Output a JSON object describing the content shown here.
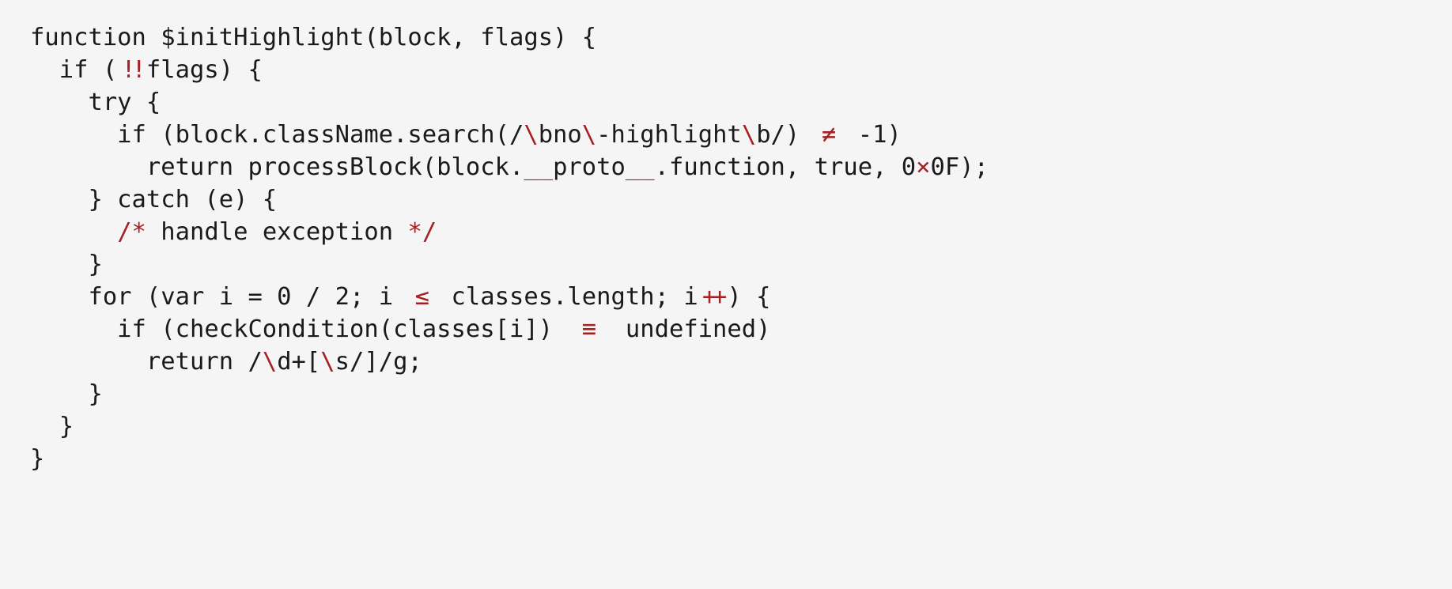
{
  "meta": {
    "description": "Syntax-highlighted JavaScript code specimen with programming ligatures",
    "background_color": "#f5f5f6"
  },
  "code": {
    "language": "javascript",
    "text_color": "#1a1a1c",
    "accent_color": "#a52022",
    "lines": [
      {
        "src": "function $initHighlight(block, flags) {",
        "segments": [
          {
            "t": "function $initHighlight(block, flags) {"
          }
        ]
      },
      {
        "src": "  if (!!flags) {",
        "segments": [
          {
            "t": "  if ("
          },
          {
            "t": "!!",
            "r": true,
            "w": 2,
            "tight": true,
            "lig": "double-bang"
          },
          {
            "t": "flags) {"
          }
        ]
      },
      {
        "src": "    try {",
        "segments": [
          {
            "t": "    try {"
          }
        ]
      },
      {
        "src": "      if (block.className.search(/\\bno\\-highlight\\b/) != -1)",
        "segments": [
          {
            "t": "      if (block.className.search(/"
          },
          {
            "t": "\\",
            "r": true
          },
          {
            "t": "bno"
          },
          {
            "t": "\\",
            "r": true
          },
          {
            "t": "-highlight"
          },
          {
            "t": "\\",
            "r": true
          },
          {
            "t": "b/) "
          },
          {
            "t": "≠",
            "r": true,
            "w": 2,
            "lig": "not-equal"
          },
          {
            "t": " -1)"
          }
        ]
      },
      {
        "src": "        return processBlock(block.__proto__.function, true, 0x0F);",
        "segments": [
          {
            "t": "        return processBlock(block."
          },
          {
            "t": "__",
            "r": true,
            "lig": "double-underscore"
          },
          {
            "t": "proto"
          },
          {
            "t": "__",
            "r": true,
            "lig": "double-underscore"
          },
          {
            "t": ".function, true, 0"
          },
          {
            "t": "×",
            "r": true,
            "lig": "hex-x"
          },
          {
            "t": "0F);"
          }
        ]
      },
      {
        "src": "    } catch (e) {",
        "segments": [
          {
            "t": "    } catch (e) {"
          }
        ]
      },
      {
        "src": "      /* handle exception */",
        "segments": [
          {
            "t": "      "
          },
          {
            "t": "/*",
            "r": true,
            "lig": "comment-open"
          },
          {
            "t": " handle exception "
          },
          {
            "t": "*/",
            "r": true,
            "lig": "comment-close"
          }
        ]
      },
      {
        "src": "    }",
        "segments": [
          {
            "t": "    }"
          }
        ]
      },
      {
        "src": "    for (var i = 0 / 2; i <= classes.length; i++) {",
        "segments": [
          {
            "t": "    for (var i = 0 / 2; i "
          },
          {
            "t": "≤",
            "r": true,
            "w": 2,
            "lig": "less-equal"
          },
          {
            "t": " classes.length; i"
          },
          {
            "t": "++",
            "r": true,
            "w": 2,
            "tight": true,
            "lig": "double-plus"
          },
          {
            "t": ") {"
          }
        ]
      },
      {
        "src": "      if (checkCondition(classes[i]) === undefined)",
        "segments": [
          {
            "t": "      if (checkCondition(classes[i]) "
          },
          {
            "t": "≡",
            "r": true,
            "w": 3,
            "lig": "triple-equal"
          },
          {
            "t": " undefined)"
          }
        ]
      },
      {
        "src": "        return /\\d+[\\s/]/g;",
        "segments": [
          {
            "t": "        return /"
          },
          {
            "t": "\\",
            "r": true
          },
          {
            "t": "d+["
          },
          {
            "t": "\\",
            "r": true
          },
          {
            "t": "s/]/g;"
          }
        ]
      },
      {
        "src": "    }",
        "segments": [
          {
            "t": "    }"
          }
        ]
      },
      {
        "src": "  }",
        "segments": [
          {
            "t": "  }"
          }
        ]
      },
      {
        "src": "}",
        "segments": [
          {
            "t": "}"
          }
        ]
      }
    ]
  }
}
